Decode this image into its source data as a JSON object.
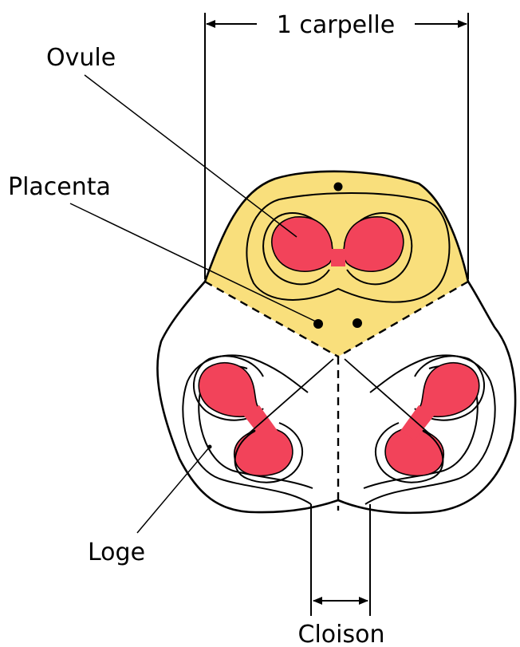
{
  "labels": {
    "carpel_width": "1 carpelle",
    "ovule": "Ovule",
    "placenta": "Placenta",
    "locule": "Loge",
    "septum": "Cloison"
  },
  "colors": {
    "carpel_fill": "#f9df7c",
    "ovule_fill": "#f2435a",
    "line": "#000000",
    "background": "#ffffff"
  }
}
